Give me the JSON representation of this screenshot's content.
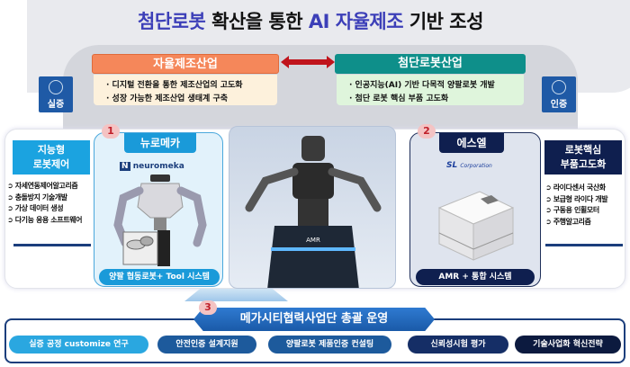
{
  "title": {
    "part1": "첨단로봇",
    "part2": " 확산을 통한 ",
    "part3": "AI 자율제조",
    "part4": " 기반 조성"
  },
  "autonomous": {
    "header": "자율제조산업",
    "items": [
      "· 디지털 전환을 통한 제조산업의 고도화",
      "· 성장 가능한 제조산업 생태계 구축"
    ]
  },
  "robotics": {
    "header": "첨단로봇산업",
    "items": [
      "· 인공지능(AI) 기반 다목적 양팔로봇 개발",
      "· 첨단 로봇 핵심 부품 고도화"
    ]
  },
  "badges": {
    "left": "실증",
    "right": "인증"
  },
  "left_section": {
    "header_line1": "지능형",
    "header_line2": "로봇제어",
    "items": [
      "자세연동제어알고리즘",
      "충돌방지 기술개발",
      "가상 데이터 생성",
      "다기능 응용 소프트웨어"
    ]
  },
  "right_section": {
    "header_line1": "로봇핵심",
    "header_line2": "부품고도화",
    "items": [
      "라이다센서 국산화",
      "보급형 라이다 개발",
      "구동용 인휠모터",
      "주행알고리즘"
    ]
  },
  "card1": {
    "number": "1",
    "title": "뉴로메카",
    "logo": "neuromeka",
    "footer": "양팔 협동로봇+ Tool 시스템"
  },
  "card2": {
    "number": "2",
    "title": "에스엘",
    "logo_main": "SL",
    "logo_sub": "Corporation",
    "footer": "AMR + 통합 시스템"
  },
  "center": {
    "robot_label": "AMR"
  },
  "bottom": {
    "number": "3",
    "title": "메가시티협력사업단 총괄 운영",
    "pills": [
      "실증 공정 customize 연구",
      "안전인증 설계지원",
      "양팔로봇 제품인증 컨설팅",
      "신뢰성시험 평가",
      "기술사업화 혁신전략"
    ]
  },
  "colors": {
    "accent_title": "#3c3fb8",
    "orange": "#f5875a",
    "teal": "#0e8f8a",
    "blue": "#1a9ad9",
    "navy": "#0f1f4f"
  }
}
